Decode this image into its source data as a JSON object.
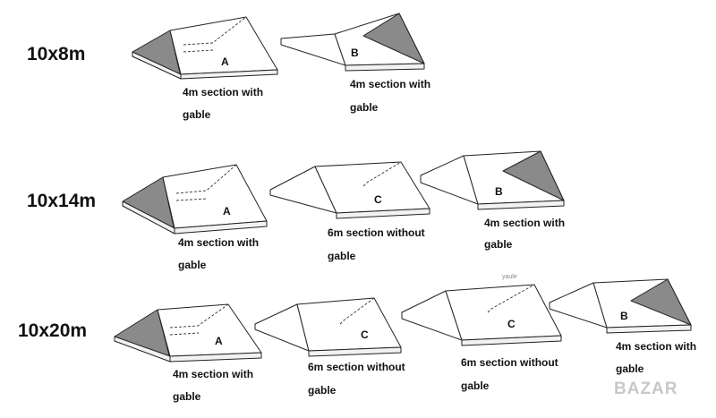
{
  "rows": [
    {
      "label": "10x8m"
    },
    {
      "label": "10x14m"
    },
    {
      "label": "10x20m"
    }
  ],
  "sections": {
    "A": {
      "letter": "A",
      "line1": "4m section with",
      "line2": "gable"
    },
    "B": {
      "letter": "B",
      "line1": "4m section with",
      "line2": "gable"
    },
    "C": {
      "letter": "C",
      "line1": "6m section without",
      "line2": "gable"
    }
  },
  "stray_text": "yaule",
  "watermark": "BAZAR",
  "colors": {
    "gable_fill": "#8a8a8a",
    "line": "#222222",
    "background": "#ffffff"
  }
}
